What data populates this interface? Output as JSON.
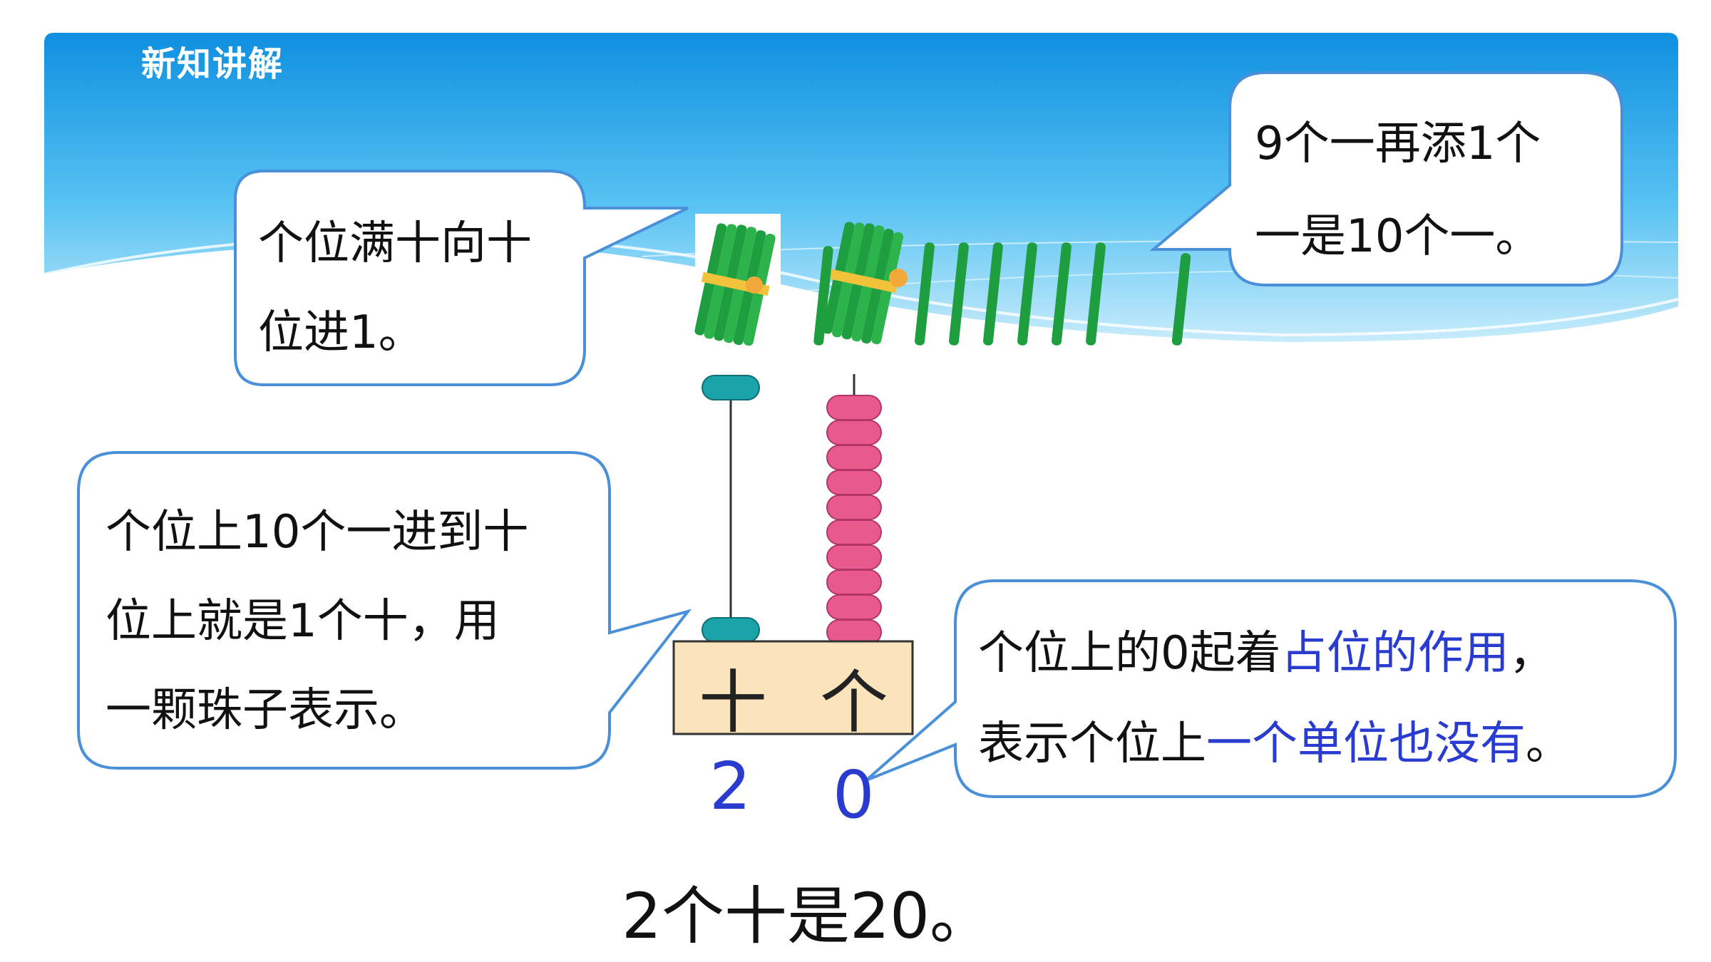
{
  "header": {
    "title": "新知讲解"
  },
  "bubbles": {
    "carry": {
      "line1": "个位满十向十",
      "line2": "位进1。"
    },
    "nine": {
      "line1": "9个一再添1个",
      "line2": "一是10个一。"
    },
    "ten": {
      "line1": "个位上10个一进到十",
      "line2": "位上就是1个十，用",
      "line3": "一颗珠子表示。"
    },
    "zero": {
      "line1_a": "个位上的0起着",
      "line1_b": "占位的作用",
      "line1_c": "，",
      "line2_a": "表示个位上",
      "line2_b": "一个单位也没有",
      "line2_c": "。"
    }
  },
  "abacus": {
    "tens_label": "十",
    "ones_label": "个",
    "tens_beads": 2,
    "ones_beads": 10
  },
  "digits": {
    "tens": "2",
    "ones": "0"
  },
  "conclusion": "2个十是20。",
  "colors": {
    "banner": "#1a9be4",
    "bubble_border": "#4a90d9",
    "highlight": "#2a3ccf",
    "stick": "#1e9e3e",
    "ones_bead": "#e85a8e",
    "tens_bead": "#1aa3a8",
    "base": "#fbe3bc"
  }
}
